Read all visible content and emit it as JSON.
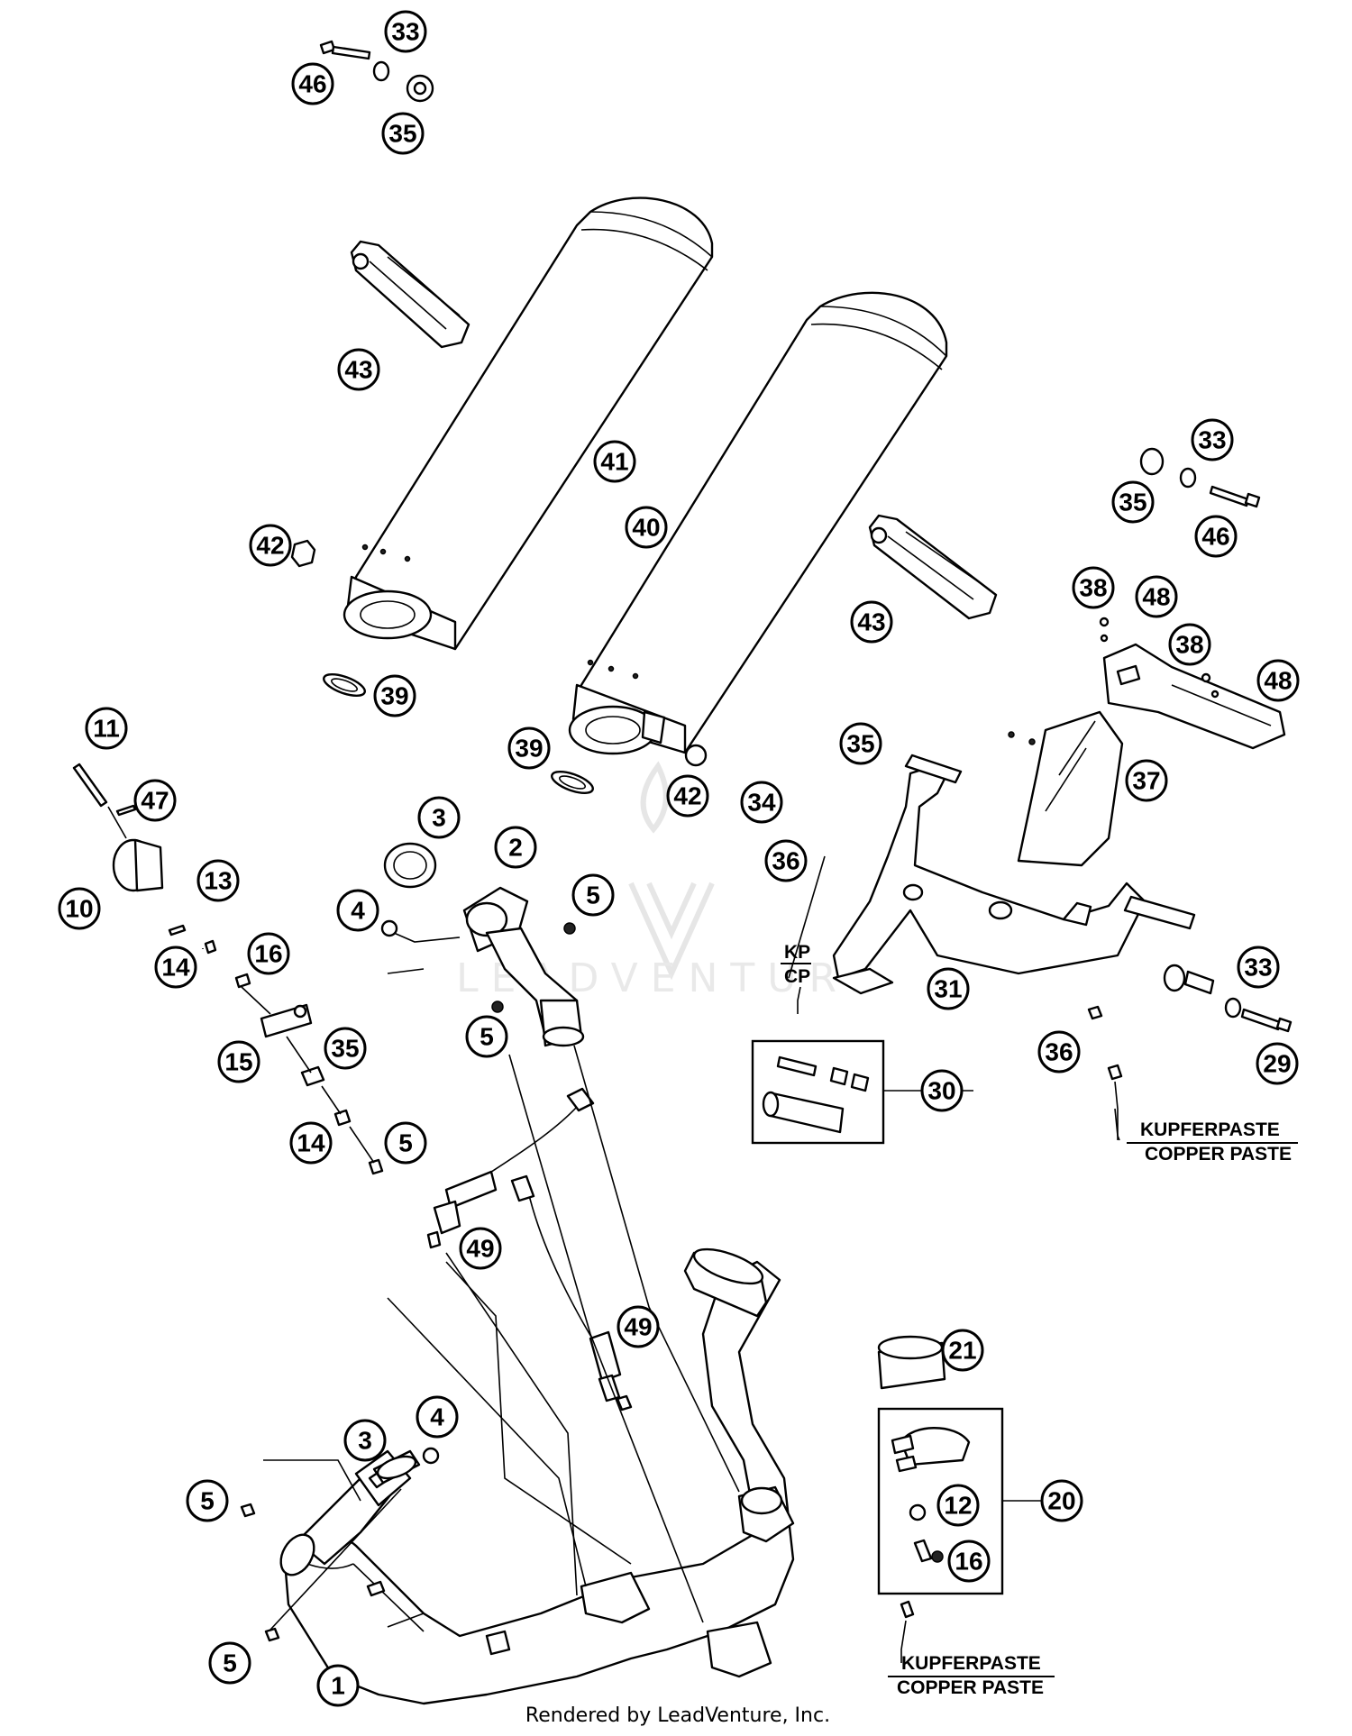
{
  "title": "",
  "callouts": [
    {
      "id": "c-33a",
      "label": "33"
    },
    {
      "id": "c-46a",
      "label": "46"
    },
    {
      "id": "c-35a",
      "label": "35"
    },
    {
      "id": "c-43a",
      "label": "43"
    },
    {
      "id": "c-41",
      "label": "41"
    },
    {
      "id": "c-40",
      "label": "40"
    },
    {
      "id": "c-42a",
      "label": "42"
    },
    {
      "id": "c-39a",
      "label": "39"
    },
    {
      "id": "c-39b",
      "label": "39"
    },
    {
      "id": "c-42b",
      "label": "42"
    },
    {
      "id": "c-43b",
      "label": "43"
    },
    {
      "id": "c-33b",
      "label": "33"
    },
    {
      "id": "c-35b",
      "label": "35"
    },
    {
      "id": "c-46b",
      "label": "46"
    },
    {
      "id": "c-38a",
      "label": "38"
    },
    {
      "id": "c-48a",
      "label": "48"
    },
    {
      "id": "c-38b",
      "label": "38"
    },
    {
      "id": "c-48b",
      "label": "48"
    },
    {
      "id": "c-37",
      "label": "37"
    },
    {
      "id": "c-35c",
      "label": "35"
    },
    {
      "id": "c-34",
      "label": "34"
    },
    {
      "id": "c-36a",
      "label": "36"
    },
    {
      "id": "c-31",
      "label": "31"
    },
    {
      "id": "c-33c",
      "label": "33"
    },
    {
      "id": "c-36b",
      "label": "36"
    },
    {
      "id": "c-29",
      "label": "29"
    },
    {
      "id": "c-30",
      "label": "30"
    },
    {
      "id": "c-11",
      "label": "11"
    },
    {
      "id": "c-47",
      "label": "47"
    },
    {
      "id": "c-13",
      "label": "13"
    },
    {
      "id": "c-10",
      "label": "10"
    },
    {
      "id": "c-14a",
      "label": "14"
    },
    {
      "id": "c-16a",
      "label": "16"
    },
    {
      "id": "c-15",
      "label": "15"
    },
    {
      "id": "c-35d",
      "label": "35"
    },
    {
      "id": "c-14b",
      "label": "14"
    },
    {
      "id": "c-5a",
      "label": "5"
    },
    {
      "id": "c-3a",
      "label": "3"
    },
    {
      "id": "c-2",
      "label": "2"
    },
    {
      "id": "c-4a",
      "label": "4"
    },
    {
      "id": "c-5b",
      "label": "5"
    },
    {
      "id": "c-5c",
      "label": "5"
    },
    {
      "id": "c-49a",
      "label": "49"
    },
    {
      "id": "c-49b",
      "label": "49"
    },
    {
      "id": "c-21",
      "label": "21"
    },
    {
      "id": "c-20",
      "label": "20"
    },
    {
      "id": "c-12",
      "label": "12"
    },
    {
      "id": "c-16b",
      "label": "16"
    },
    {
      "id": "c-3b",
      "label": "3"
    },
    {
      "id": "c-4b",
      "label": "4"
    },
    {
      "id": "c-5d",
      "label": "5"
    },
    {
      "id": "c-5e",
      "label": "5"
    },
    {
      "id": "c-1",
      "label": "1"
    }
  ],
  "notes": {
    "kp": "KP",
    "cp": "CP",
    "kupferpaste_right": "KUPFERPASTE",
    "copper_paste_right": "COPPER PASTE",
    "kupferpaste_bottom": "KUPFERPASTE",
    "copper_paste_bottom": "COPPER PASTE"
  },
  "watermark": "LEADVENTURE",
  "footer": "Rendered by LeadVenture, Inc."
}
